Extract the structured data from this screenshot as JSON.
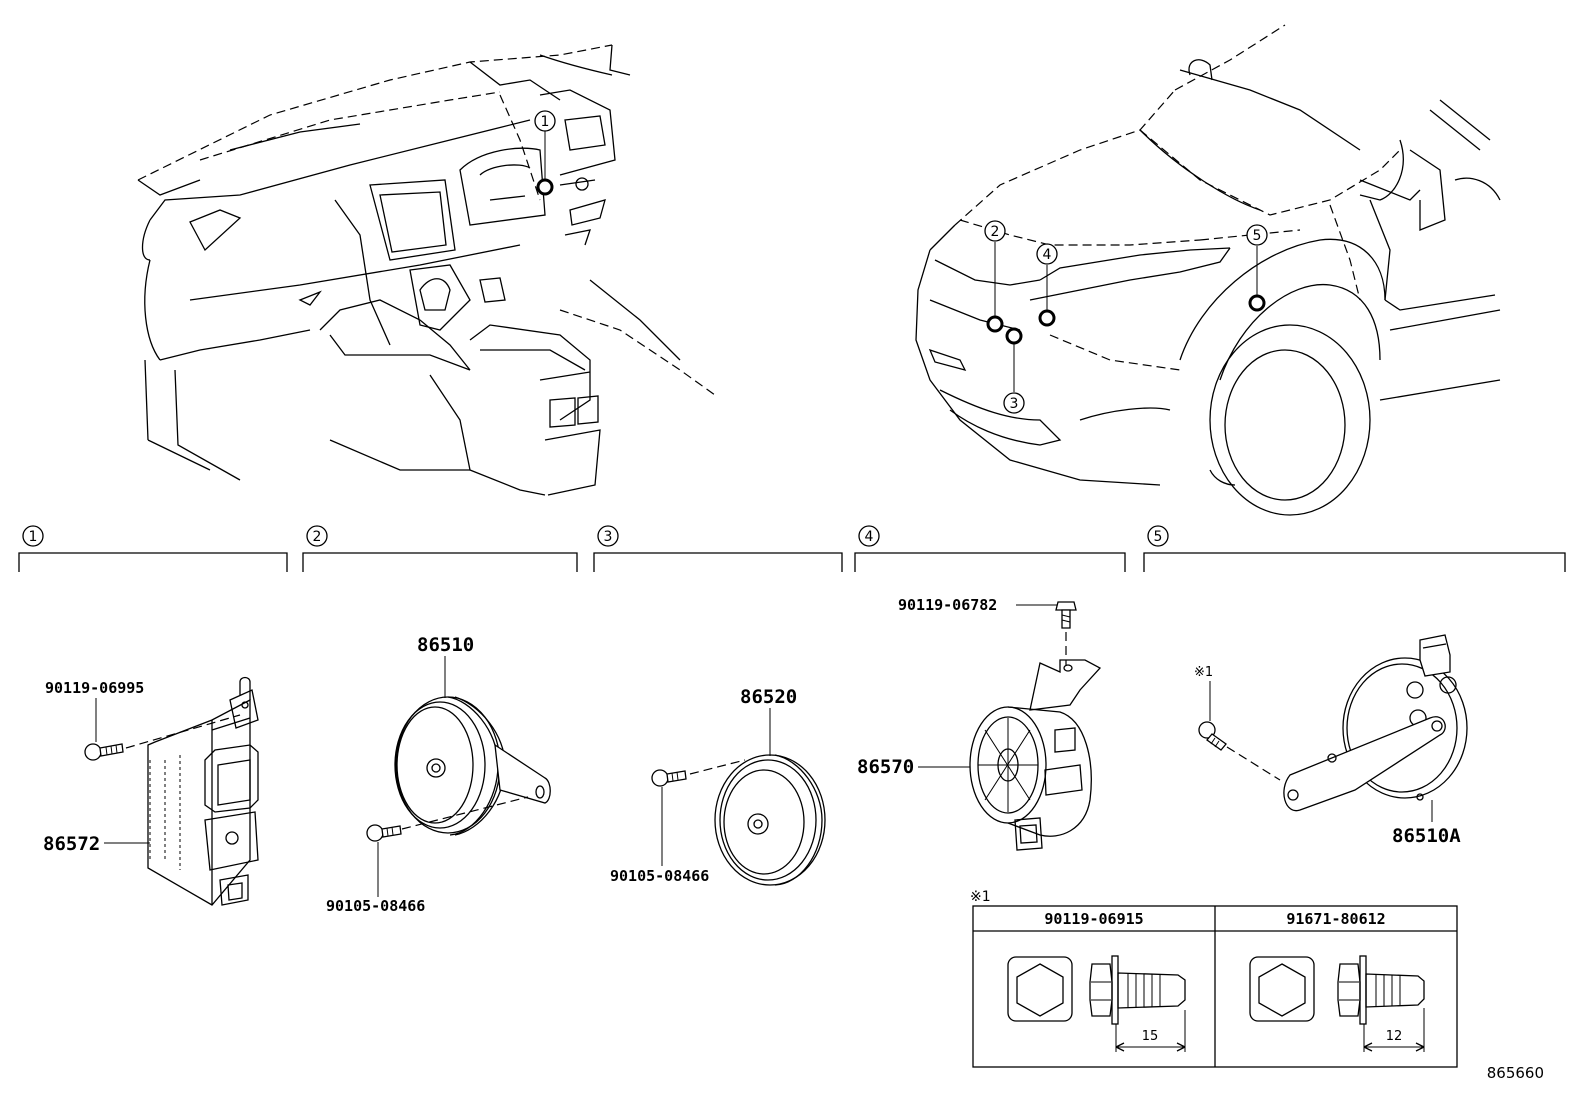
{
  "refs": {
    "r1": "1",
    "r2": "2",
    "r3": "3",
    "r4": "4",
    "r5": "5"
  },
  "parts": {
    "bolt_90119_06995": "90119-06995",
    "computer_86572": "86572",
    "horn_86510": "86510",
    "bolt_90105_08466_a": "90105-08466",
    "horn_86520": "86520",
    "bolt_90105_08466_b": "90105-08466",
    "bolt_90119_06782": "90119-06782",
    "siren_86570": "86570",
    "note_mark": "※1",
    "horn_86510A": "86510A"
  },
  "table": {
    "note_mark": "※1",
    "col1_header": "90119-06915",
    "col2_header": "91671-80612",
    "col1_length": "15",
    "col2_length": "12"
  },
  "drawing_number": "865660"
}
